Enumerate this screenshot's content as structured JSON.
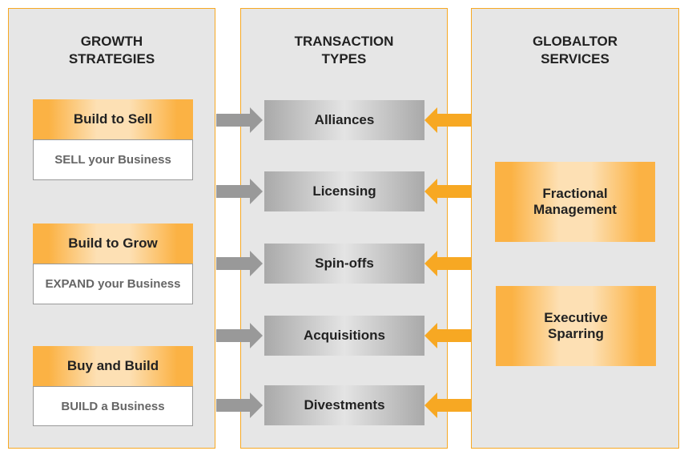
{
  "columns": {
    "growth": {
      "title": "GROWTH\nSTRATEGIES",
      "items": [
        {
          "label": "Build to Sell",
          "sub": "SELL your Business"
        },
        {
          "label": "Build to Grow",
          "sub": "EXPAND your Business"
        },
        {
          "label": "Buy and Build",
          "sub": "BUILD a Business"
        }
      ]
    },
    "transaction": {
      "title": "TRANSACTION\nTYPES",
      "items": [
        "Alliances",
        "Licensing",
        "Spin-offs",
        "Acquisitions",
        "Divestments"
      ]
    },
    "services": {
      "title": "GLOBALTOR\nSERVICES",
      "items": [
        "Fractional\nManagement",
        "Executive\nSparring"
      ]
    }
  },
  "colors": {
    "orange": "#f7a823",
    "gray_arrow": "#999999",
    "panel": "#e6e6e6"
  }
}
